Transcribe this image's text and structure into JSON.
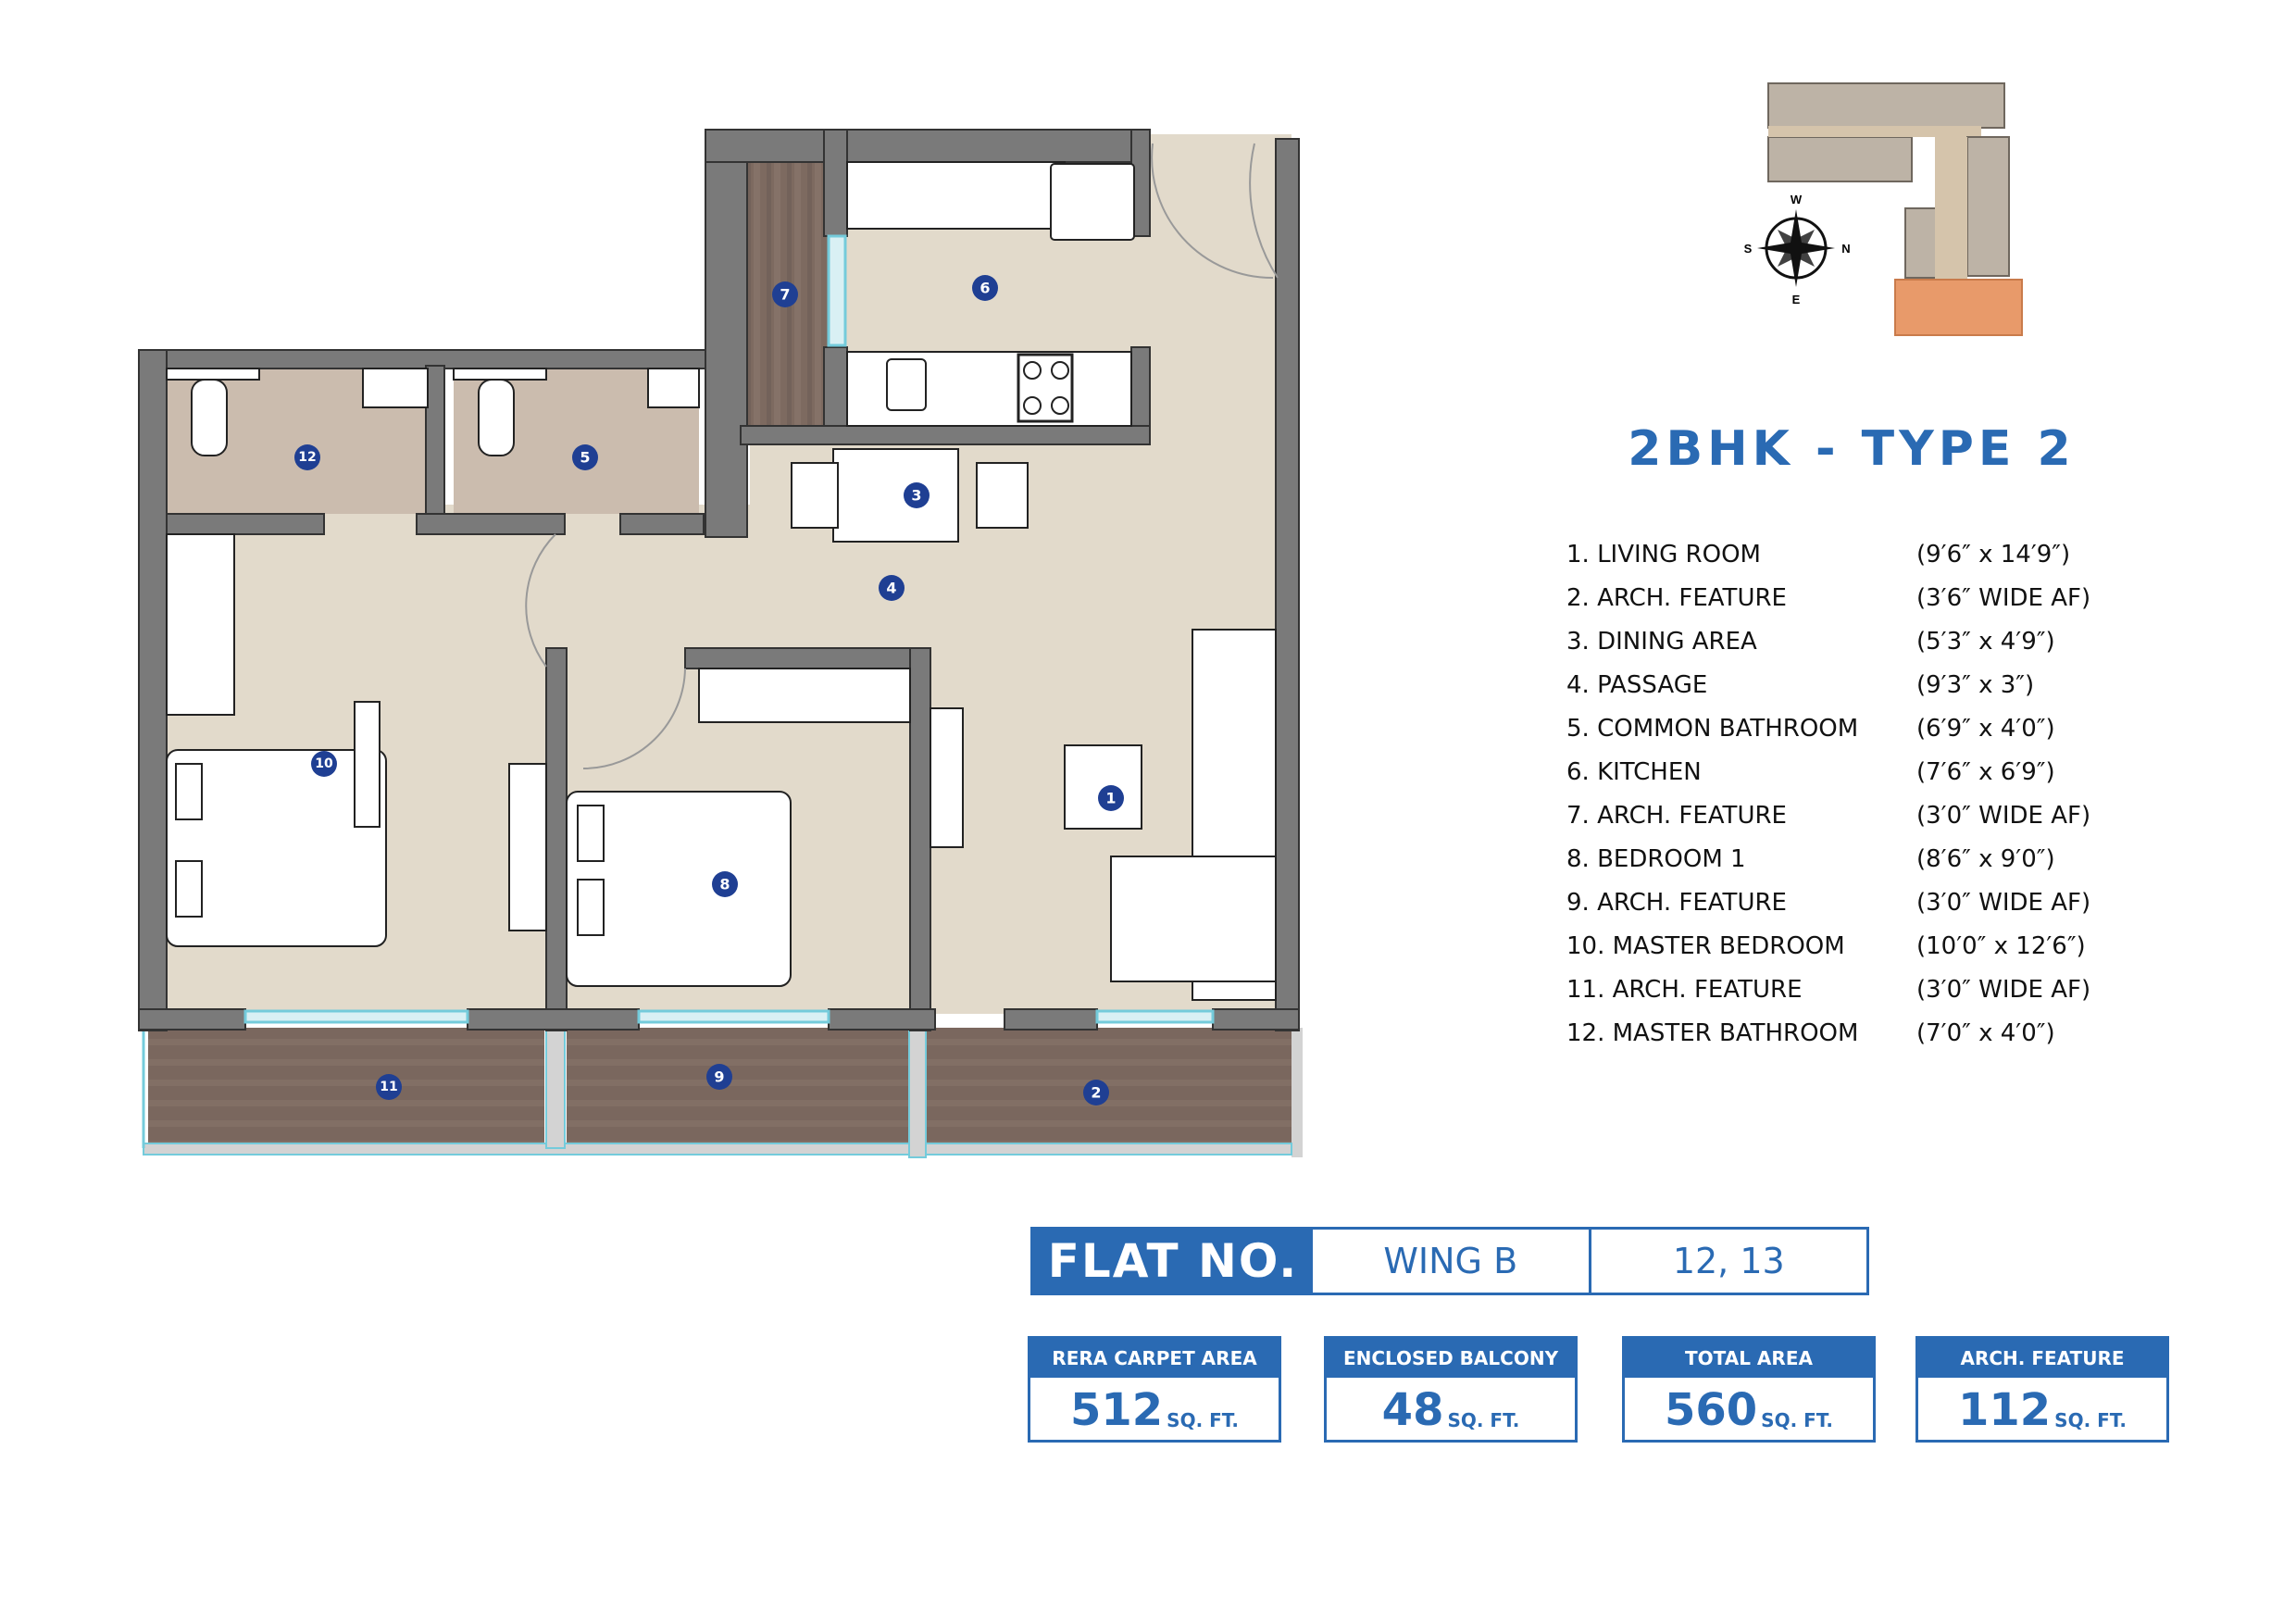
{
  "unit_title": "2BHK - TYPE 2",
  "compass": {
    "top": "W",
    "bottom": "E",
    "left": "S",
    "right": "N"
  },
  "rooms": [
    {
      "no": "1",
      "name": "1. LIVING ROOM",
      "dim": "(9′6″ x 14′9″)"
    },
    {
      "no": "2",
      "name": "2. ARCH. FEATURE",
      "dim": "(3′6″ WIDE AF)"
    },
    {
      "no": "3",
      "name": "3. DINING AREA",
      "dim": "(5′3″ x 4′9″)"
    },
    {
      "no": "4",
      "name": "4. PASSAGE",
      "dim": "(9′3″ x 3″)"
    },
    {
      "no": "5",
      "name": "5. COMMON BATHROOM",
      "dim": "(6′9″ x 4′0″)"
    },
    {
      "no": "6",
      "name": "6. KITCHEN",
      "dim": "(7′6″ x 6′9″)"
    },
    {
      "no": "7",
      "name": "7. ARCH. FEATURE",
      "dim": "(3′0″ WIDE AF)"
    },
    {
      "no": "8",
      "name": "8. BEDROOM 1",
      "dim": "(8′6″ x 9′0″)"
    },
    {
      "no": "9",
      "name": "9. ARCH. FEATURE",
      "dim": "(3′0″ WIDE AF)"
    },
    {
      "no": "10",
      "name": "10. MASTER BEDROOM",
      "dim": "(10′0″ x 12′6″)"
    },
    {
      "no": "11",
      "name": "11. ARCH. FEATURE",
      "dim": "(3′0″ WIDE AF)"
    },
    {
      "no": "12",
      "name": "12. MASTER BATHROOM",
      "dim": "(7′0″ x 4′0″)"
    }
  ],
  "flat": {
    "label": "FLAT NO.",
    "wing": "WING B",
    "numbers": "12, 13"
  },
  "areas": [
    {
      "label": "RERA CARPET AREA",
      "value": "512",
      "unit": "SQ. FT."
    },
    {
      "label": "ENCLOSED BALCONY",
      "value": "48",
      "unit": "SQ. FT."
    },
    {
      "label": "TOTAL AREA",
      "value": "560",
      "unit": "SQ. FT."
    },
    {
      "label": "ARCH. FEATURE",
      "value": "112",
      "unit": "SQ. FT."
    }
  ],
  "colors": {
    "accent": "#2a6ab3",
    "badge": "#1f3f93",
    "wall": "#7a7a7a",
    "floor": "#e2dacb",
    "wood": "#7d6a60",
    "tile": "#cbbcae",
    "glass": "#74cbdb",
    "highlight": "#e89a6a"
  }
}
